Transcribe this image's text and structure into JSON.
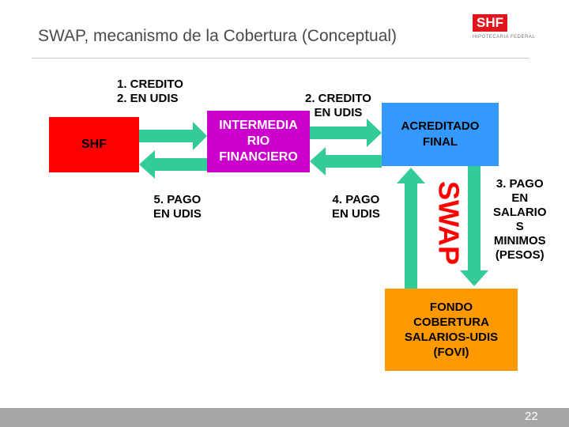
{
  "header": {
    "title": "SWAP, mecanismo de la Cobertura (Conceptual)",
    "logo_mark": "SHF",
    "logo_text": "HIPOTECARIA FEDERAL"
  },
  "diagram": {
    "shf_box": "SHF",
    "intermediary_box": [
      "INTERMEDIA",
      "RIO",
      "FINANCIERO"
    ],
    "acreditado_box": [
      "ACREDITADO",
      "FINAL"
    ],
    "fondo_box": [
      "FONDO",
      "COBERTURA",
      "SALARIOS-UDIS",
      "(FOVI)"
    ],
    "label_1": [
      "1.  CREDITO",
      "2.  EN UDIS"
    ],
    "label_2": [
      "2. CREDITO",
      "EN UDIS"
    ],
    "label_5": [
      "5. PAGO",
      "EN UDIS"
    ],
    "label_4": [
      "4. PAGO",
      "EN UDIS"
    ],
    "label_3": [
      "3. PAGO",
      "EN",
      "SALARIO",
      "S",
      "MINIMOS",
      "(PESOS)"
    ],
    "swap_word": "SWAP"
  },
  "colors": {
    "shf": "#ff0000",
    "intermediary": "#cc00cc",
    "acreditado": "#3399ff",
    "fondo": "#ff9900",
    "arrow": "#33cc99"
  },
  "footer": {
    "page_number": "22"
  }
}
